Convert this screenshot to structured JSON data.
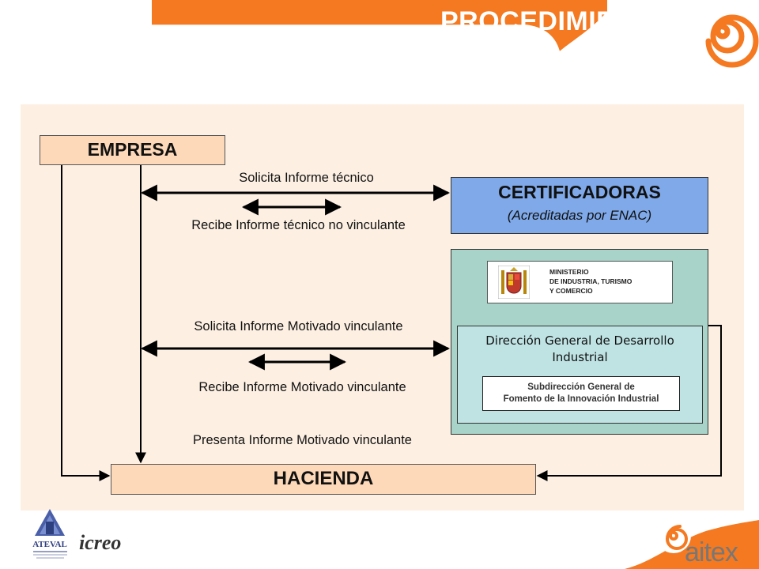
{
  "header": {
    "title": "PROCEDIMIENTO",
    "accent_color": "#f47920"
  },
  "nodes": {
    "empresa": "EMPRESA",
    "hacienda": "HACIENDA",
    "certificadoras": {
      "title": "CERTIFICADORAS",
      "subtitle": "(Acreditadas por ENAC)"
    },
    "ministerio": {
      "line1": "MINISTERIO",
      "line2": "DE INDUSTRIA, TURISMO",
      "line3": "Y COMERCIO"
    },
    "direccion_general": {
      "line1": "Dirección General de Desarrollo",
      "line2": "Industrial"
    },
    "subdireccion": {
      "line1": "Subdirección General de",
      "line2": "Fomento de la Innovación Industrial"
    }
  },
  "edges": {
    "solicita_tecnico": "Solicita Informe técnico",
    "recibe_tecnico": "Recibe Informe técnico no vinculante",
    "solicita_motivado": "Solicita Informe Motivado vinculante",
    "recibe_motivado": "Recibe Informe Motivado vinculante",
    "presenta_motivado": "Presenta Informe Motivado vinculante"
  },
  "logos": {
    "ateval": "ATEVAL",
    "icreo": "icreo",
    "aitex": "aitex"
  },
  "colors": {
    "panel": "#fdf0e3",
    "node_fill": "#fdd9b9",
    "cert_fill": "#7fa9e9",
    "ministry_fill": "#a7d3c8",
    "dg_fill": "#bfe2e3"
  }
}
